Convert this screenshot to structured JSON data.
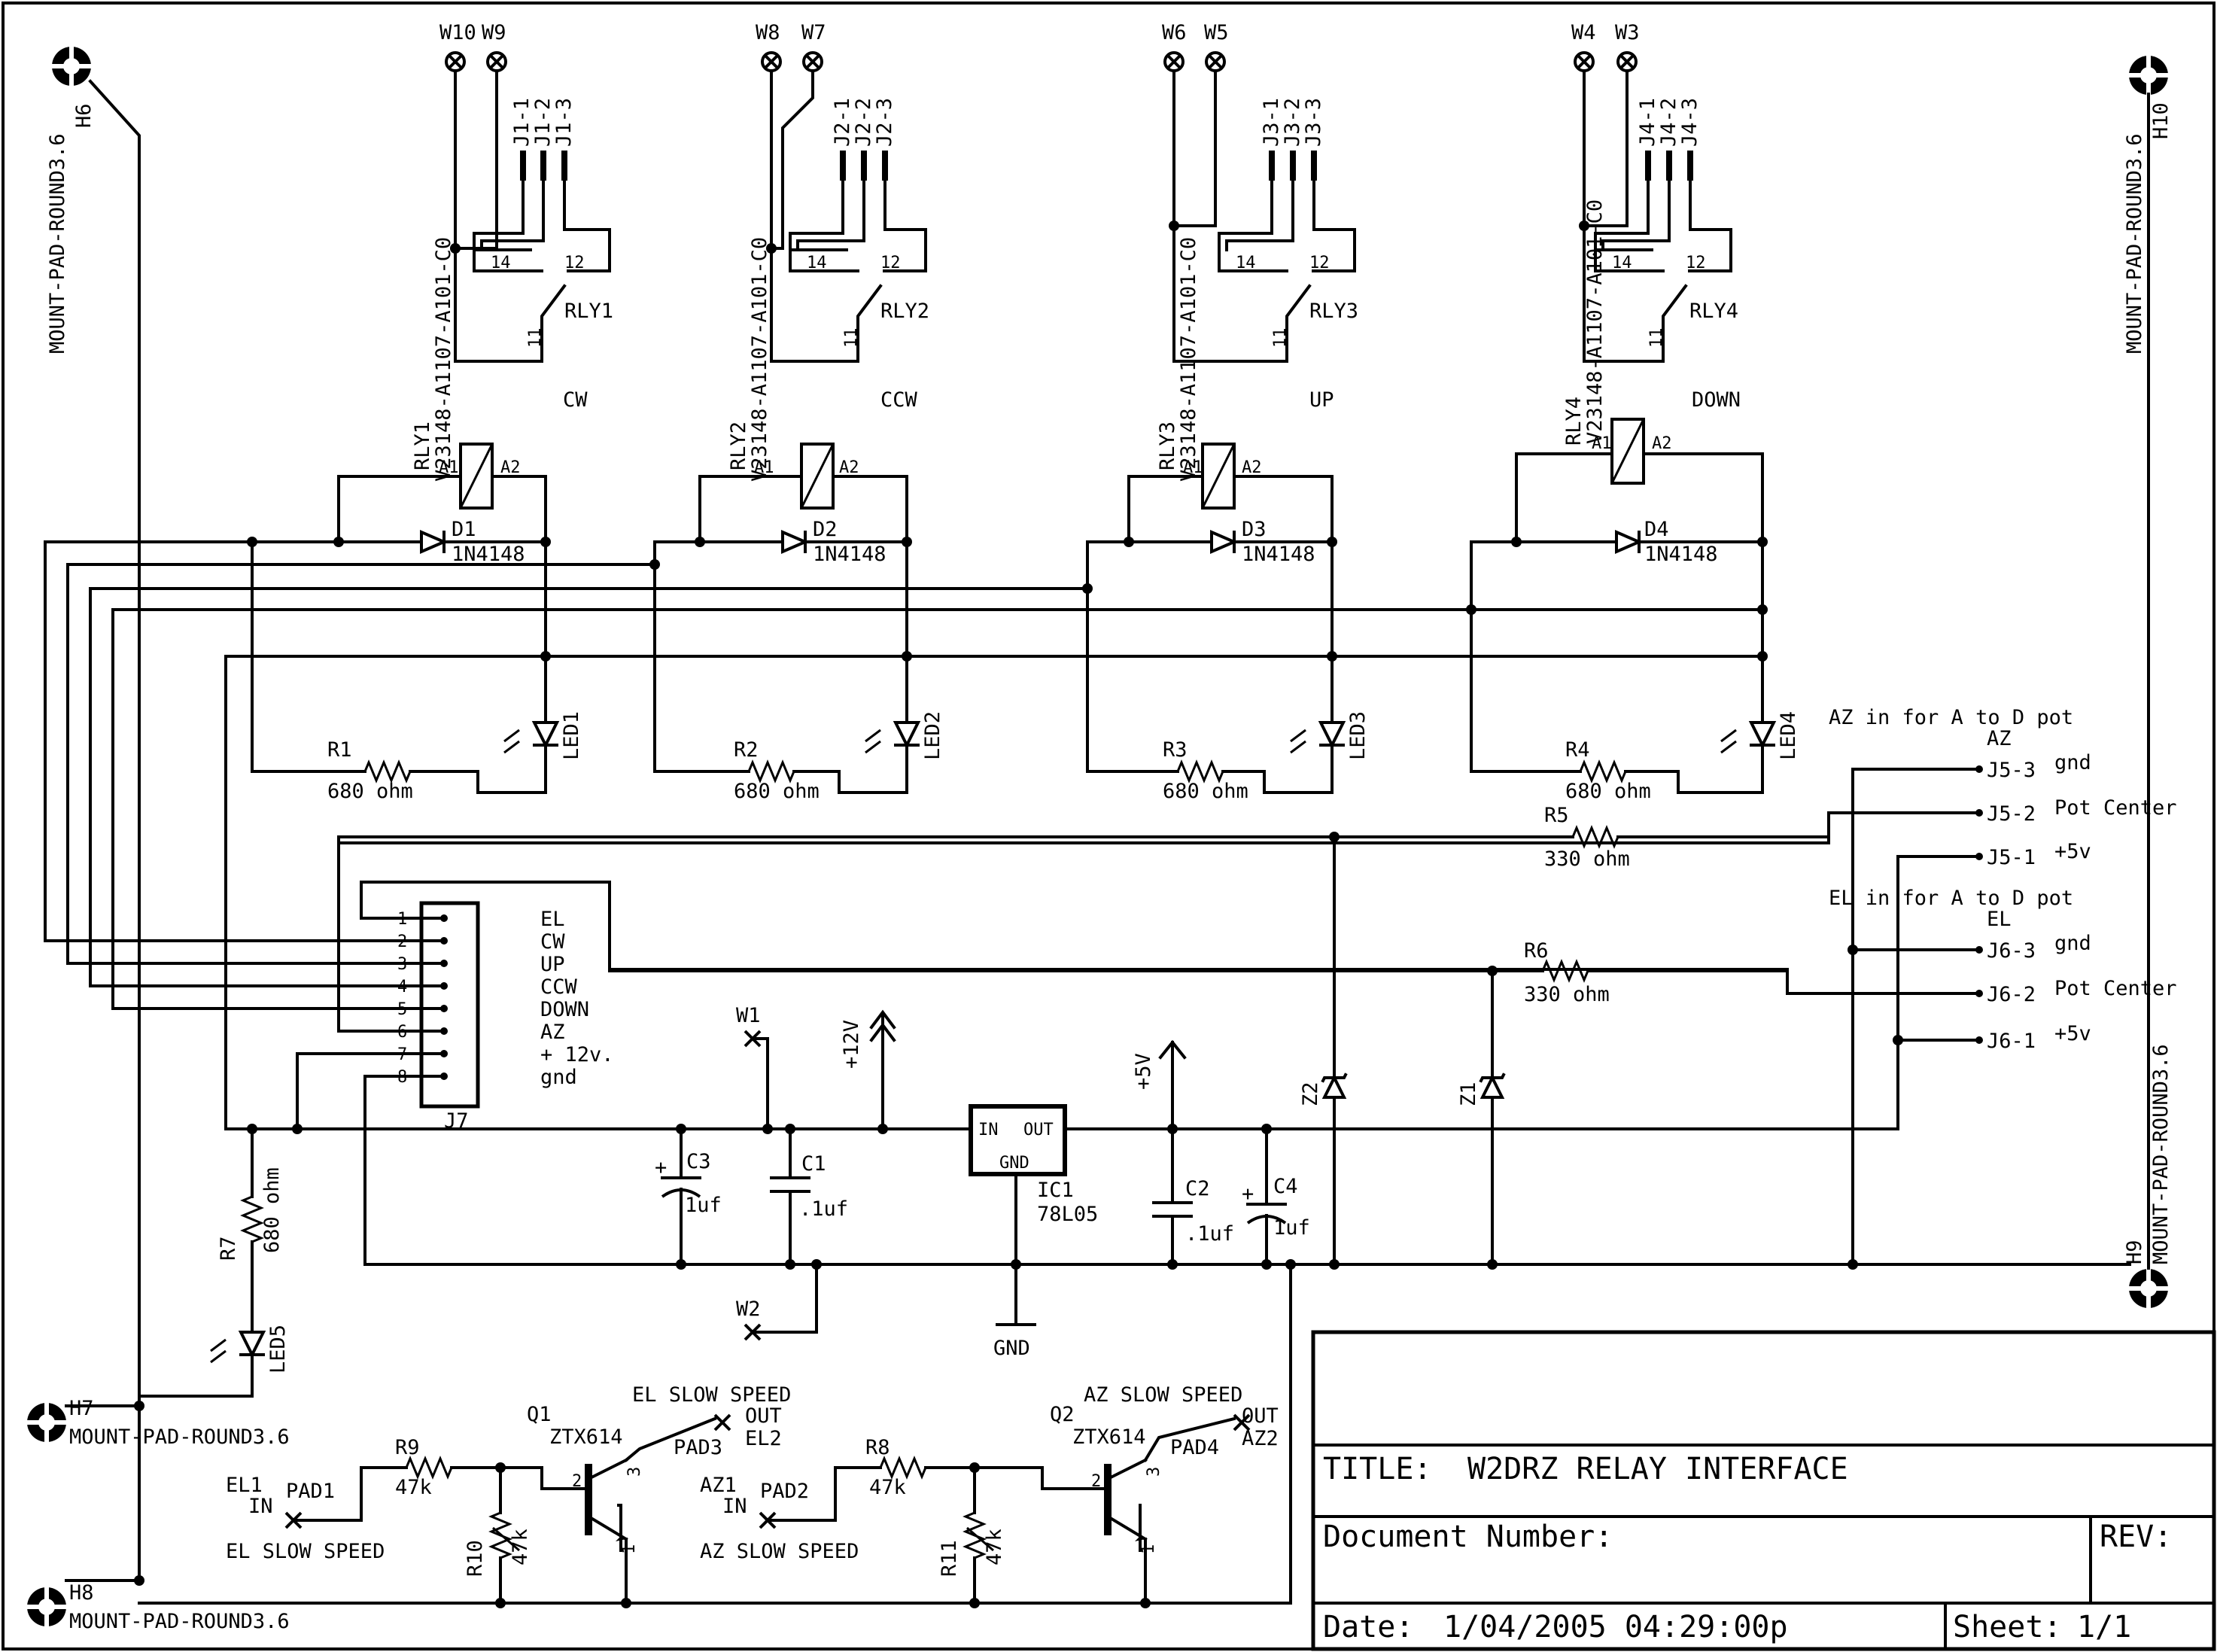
{
  "wire_pads": {
    "w10": "W10",
    "w9": "W9",
    "w8": "W8",
    "w7": "W7",
    "w6": "W6",
    "w5": "W5",
    "w4": "W4",
    "w3": "W3",
    "w1": "W1",
    "w2": "W2"
  },
  "connectors": {
    "j1": [
      "J1-1",
      "J1-2",
      "J1-3"
    ],
    "j2": [
      "J2-1",
      "J2-2",
      "J2-3"
    ],
    "j3": [
      "J3-1",
      "J3-2",
      "J3-3"
    ],
    "j4": [
      "J4-1",
      "J4-2",
      "J4-3"
    ],
    "j5": [
      "J5-3",
      "J5-2",
      "J5-1"
    ],
    "j6": [
      "J6-3",
      "J6-2",
      "J6-1"
    ],
    "j7": "J7"
  },
  "relays": [
    {
      "name": "RLY1",
      "part": "V23148-A1107-A101-C0",
      "coil": "RLY1",
      "label": "CW"
    },
    {
      "name": "RLY2",
      "part": "V23148-A1107-A101-C0",
      "coil": "RLY2",
      "label": "CCW"
    },
    {
      "name": "RLY3",
      "part": "V23148-A1107-A101-C0",
      "coil": "RLY3",
      "label": "UP"
    },
    {
      "name": "RLY4",
      "part": "V23148-A1107-A101-C0",
      "coil": "RLY4",
      "label": "DOWN"
    }
  ],
  "relay_pins": {
    "p14": "14",
    "p12": "12",
    "p11": "11",
    "a1": "A1",
    "a2": "A2"
  },
  "diodes": [
    {
      "ref": "D1",
      "val": "1N4148"
    },
    {
      "ref": "D2",
      "val": "1N4148"
    },
    {
      "ref": "D3",
      "val": "1N4148"
    },
    {
      "ref": "D4",
      "val": "1N4148"
    }
  ],
  "leds": [
    "LED1",
    "LED2",
    "LED3",
    "LED4",
    "LED5"
  ],
  "resistors": [
    {
      "ref": "R1",
      "val": "680 ohm"
    },
    {
      "ref": "R2",
      "val": "680 ohm"
    },
    {
      "ref": "R3",
      "val": "680 ohm"
    },
    {
      "ref": "R4",
      "val": "680 ohm"
    },
    {
      "ref": "R5",
      "val": "330 ohm"
    },
    {
      "ref": "R6",
      "val": "330 ohm"
    },
    {
      "ref": "R7",
      "val": "680 ohm"
    },
    {
      "ref": "R8",
      "val": "47k"
    },
    {
      "ref": "R9",
      "val": "47k"
    },
    {
      "ref": "R10",
      "val": "47k"
    },
    {
      "ref": "R11",
      "val": "47k"
    }
  ],
  "j7_pins": [
    "1",
    "2",
    "3",
    "4",
    "5",
    "6",
    "7",
    "8"
  ],
  "j7_signals": [
    "EL",
    "CW",
    "UP",
    "CCW",
    "DOWN",
    "AZ",
    "+ 12v.",
    "gnd"
  ],
  "pot_az": {
    "title": "AZ in for A to D pot",
    "sub": "AZ",
    "gnd": "gnd",
    "center": "Pot Center",
    "plus": "+5v"
  },
  "pot_el": {
    "title": "EL in for A to D pot",
    "sub": "EL",
    "gnd": "gnd",
    "center": "Pot Center",
    "plus": "+5v"
  },
  "caps": [
    {
      "ref": "C3",
      "val": "1uf"
    },
    {
      "ref": "C1",
      "val": ".1uf"
    },
    {
      "ref": "C2",
      "val": ".1uf"
    },
    {
      "ref": "C4",
      "val": "1uf"
    }
  ],
  "regulator": {
    "ref": "IC1",
    "val": "78L05",
    "in": "IN",
    "out": "OUT",
    "gnd": "GND"
  },
  "power": {
    "p12": "+12V",
    "p5": "+5V",
    "gnd": "GND"
  },
  "zeners": [
    "Z2",
    "Z1"
  ],
  "transistors": [
    {
      "ref": "Q1",
      "val": "ZTX614"
    },
    {
      "ref": "Q2",
      "val": "ZTX614"
    }
  ],
  "transistor_pins": [
    "1",
    "2",
    "3"
  ],
  "pads": {
    "pad1": "PAD1",
    "pad2": "PAD2",
    "pad3": "PAD3",
    "pad4": "PAD4",
    "el1": "EL1",
    "az1": "AZ1",
    "el2": "EL2",
    "az2": "AZ2",
    "in": "IN",
    "out": "OUT",
    "el_slow_top": "EL SLOW SPEED",
    "el_slow_bottom": "EL SLOW SPEED",
    "az_slow_top": "AZ SLOW SPEED",
    "az_slow_bottom": "AZ SLOW SPEED"
  },
  "mount": {
    "h6": "H6",
    "h10": "H10",
    "h7": "H7",
    "h8": "H8",
    "h9": "H9",
    "part": "MOUNT-PAD-ROUND3.6"
  },
  "title_block": {
    "title_label": "TITLE:",
    "title": "W2DRZ RELAY INTERFACE",
    "doc_label": "Document Number:",
    "rev_label": "REV:",
    "date_label": "Date:",
    "date": "1/04/2005 04:29:00p",
    "sheet_label": "Sheet:",
    "sheet": "1/1"
  }
}
